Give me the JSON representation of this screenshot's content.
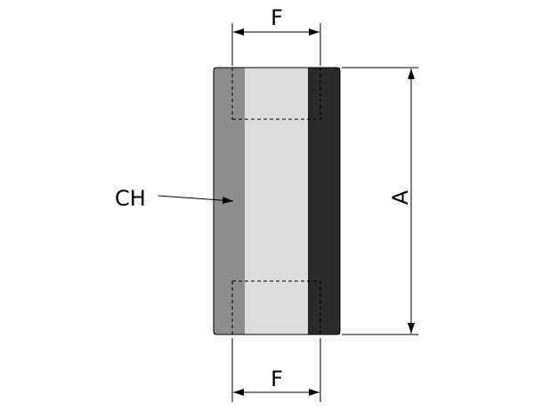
{
  "diagram": {
    "labels": {
      "top_width": "F",
      "bottom_width": "F",
      "height": "A",
      "callout": "CH"
    },
    "colors": {
      "left_face": "#8d8d8d",
      "center_face": "#dcdcdc",
      "right_face": "#2a2a2a",
      "outline": "#000000",
      "hidden_line": "#000000"
    }
  }
}
